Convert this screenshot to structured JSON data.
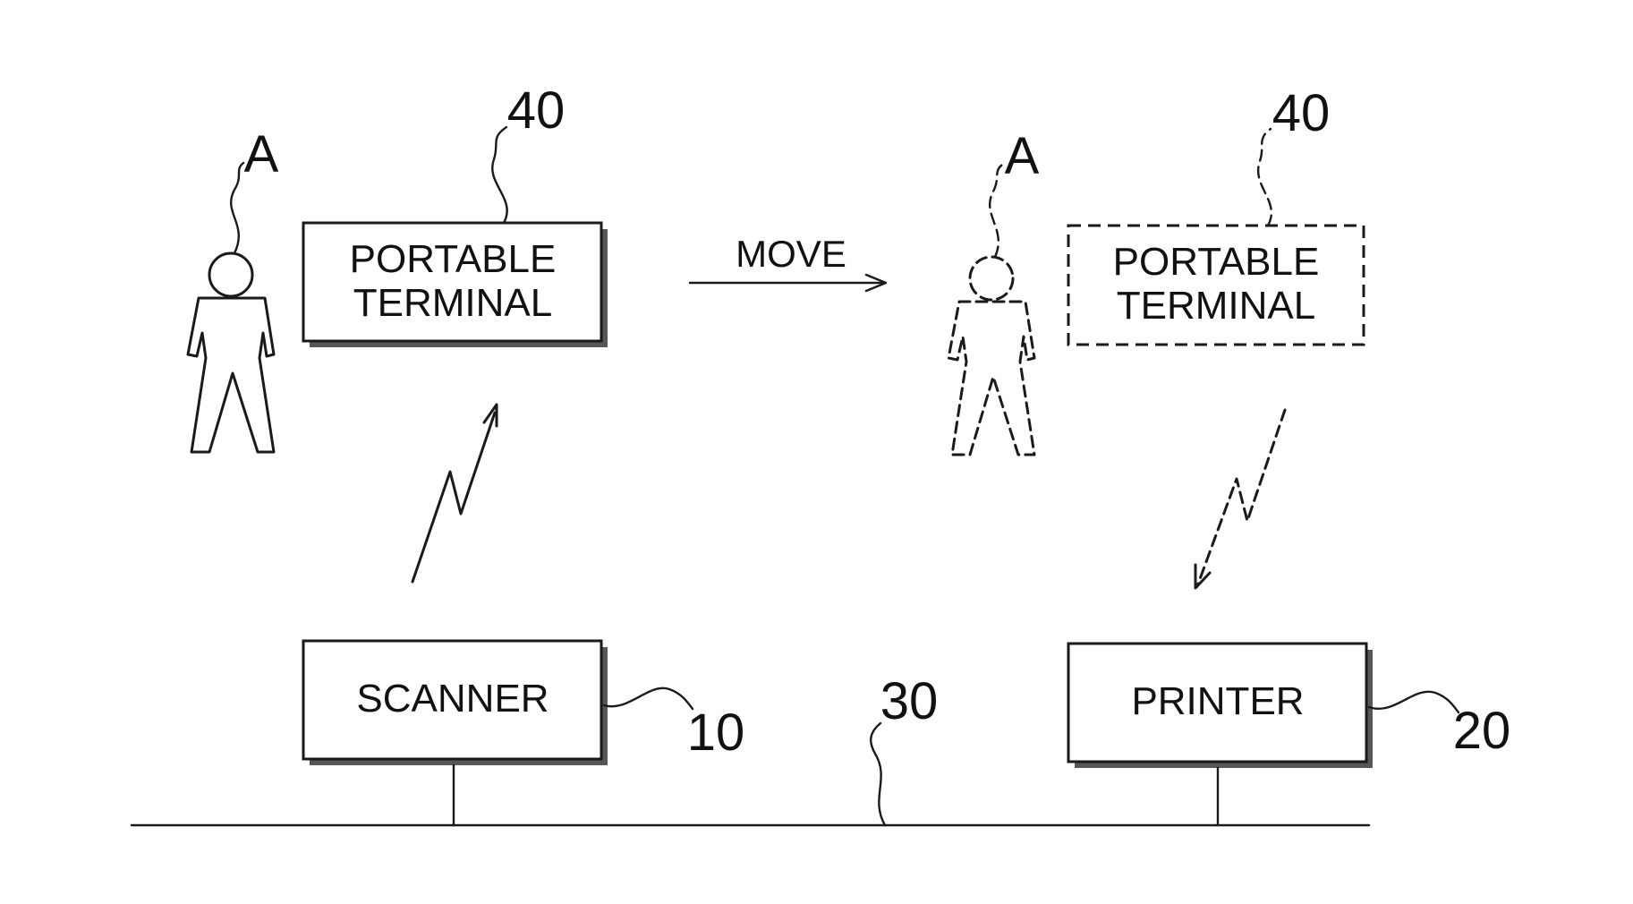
{
  "diagram": {
    "left_scene": {
      "person_label": "A",
      "terminal": {
        "line1": "PORTABLE",
        "line2": "TERMINAL",
        "ref": "40"
      }
    },
    "right_scene": {
      "person_label": "A",
      "terminal": {
        "line1": "PORTABLE",
        "line2": "TERMINAL",
        "ref": "40"
      }
    },
    "move_label": "MOVE",
    "scanner": {
      "label": "SCANNER",
      "ref": "10"
    },
    "printer": {
      "label": "PRINTER",
      "ref": "20"
    },
    "network": {
      "ref": "30"
    }
  }
}
